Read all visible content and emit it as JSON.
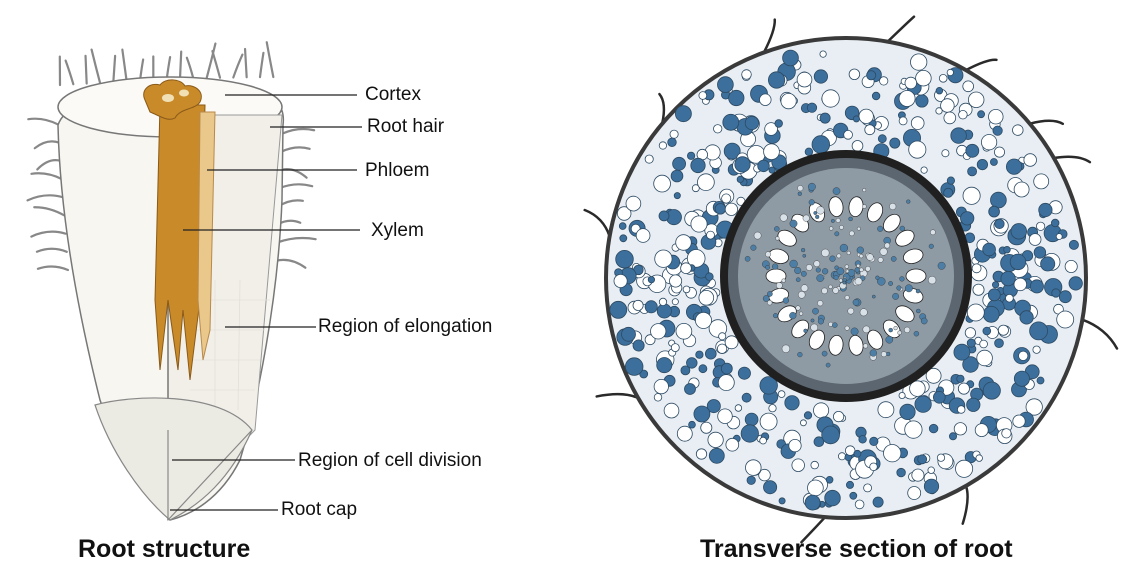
{
  "figures": [
    {
      "id": "root-structure",
      "caption": "Root structure",
      "labels": [
        "Cortex",
        "Root hair",
        "Phloem",
        "Xylem",
        "Region of elongation",
        "Region of cell division",
        "Root cap"
      ]
    },
    {
      "id": "transverse-section",
      "caption": "Transverse section of root"
    }
  ],
  "colors": {
    "xylem": "#c98a2a",
    "phloem": "#eac78a",
    "stain_blue": "#3c6f9c",
    "stele_dark": "#2a2a2a"
  }
}
